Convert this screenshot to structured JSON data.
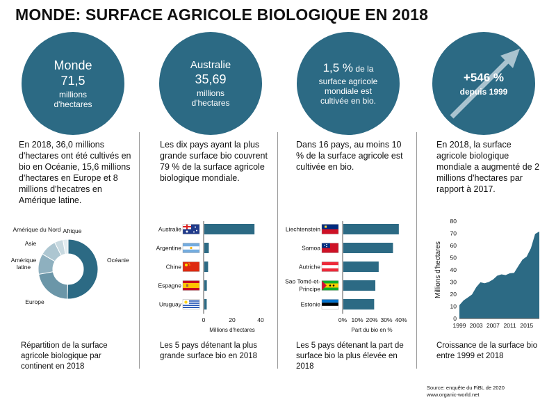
{
  "title": "MONDE: SURFACE AGRICOLE BIOLOGIQUE EN 2018",
  "colors": {
    "primary": "#2c6a84",
    "light": "#6b96a8",
    "lighter": "#9fbcc9",
    "lightest": "#c8d9e0",
    "palest": "#e2ecf0"
  },
  "stats": [
    {
      "line1": "Monde",
      "value": "71,5",
      "unit1": "millions",
      "unit2": "d'hectares"
    },
    {
      "line1": "Australie",
      "value": "35,69",
      "unit1": "millions",
      "unit2": "d'hectares"
    },
    {
      "value": "1,5 %",
      "rest": " de la",
      "line2": "surface agricole",
      "line3": "mondiale est",
      "line4": "cultivée en bio."
    },
    {
      "value": "+546 %",
      "line2": "depuis 1999"
    }
  ],
  "texts": [
    "En 2018, 36,0 millions d'hectares ont été cultivés en bio en Océanie, 15,6 millions d'hectares en Europe et 8 millions d'hecatres en Amérique latine.",
    "Les dix pays ayant la plus grande surface bio couvrent 79 % de la surface agricole biologique mondiale.",
    "Dans 16 pays, au moins 10 % de la surface agricole est cultivée en bio.",
    "En 2018, la surface agricole biologique mondiale a augmenté de 2 millions d'hectares par rapport à 2017."
  ],
  "captions": [
    "Répartition de la surface agricole biologique par continent en 2018",
    "Les 5 pays détenant la plus grande surface bio en 2018",
    "Les 5 pays détenant la part de surface bio la plus élevée en 2018",
    "Croissance de la surface bio entre 1999 et 2018"
  ],
  "chart_data": [
    {
      "type": "pie",
      "title": "",
      "categories": [
        "Océanie",
        "Europe",
        "Amérique latine",
        "Asie",
        "Amérique du Nord",
        "Afrique"
      ],
      "values": [
        36.0,
        15.6,
        8.0,
        6.5,
        3.3,
        2.0
      ],
      "colors": [
        "#2c6a84",
        "#6b96a8",
        "#8eb0bf",
        "#adc6d1",
        "#c8d9e0",
        "#e2ecf0"
      ]
    },
    {
      "type": "bar",
      "orientation": "horizontal",
      "categories": [
        "Australie",
        "Argentine",
        "Chine",
        "Espagne",
        "Uruguay"
      ],
      "values": [
        35.69,
        3.63,
        3.14,
        2.25,
        2.15
      ],
      "xlabel": "Millions d'hectares",
      "xlim": [
        0,
        40
      ],
      "ticks": [
        "0",
        "20",
        "40"
      ]
    },
    {
      "type": "bar",
      "orientation": "horizontal",
      "categories": [
        "Liechtenstein",
        "Samoa",
        "Autriche",
        "Sao Tomé-et-Principe",
        "Estonie"
      ],
      "values": [
        38.5,
        34.5,
        24.7,
        22.4,
        21.6
      ],
      "xlabel": "Part du bio en %",
      "xlim": [
        0,
        40
      ],
      "ticks": [
        "0%",
        "10%",
        "20%",
        "30%",
        "40%"
      ]
    },
    {
      "type": "area",
      "x": [
        1999,
        2000,
        2001,
        2002,
        2003,
        2004,
        2005,
        2006,
        2007,
        2008,
        2009,
        2010,
        2011,
        2012,
        2013,
        2014,
        2015,
        2016,
        2017,
        2018
      ],
      "values": [
        11.0,
        14.9,
        17.3,
        19.8,
        25.7,
        29.8,
        29.0,
        30.1,
        32.1,
        35.2,
        36.3,
        35.7,
        37.2,
        37.5,
        43.1,
        48.4,
        50.9,
        57.8,
        69.5,
        71.5
      ],
      "ylabel": "Millions d'hectares",
      "ylim": [
        0,
        80
      ],
      "yticks": [
        "0",
        "10",
        "20",
        "30",
        "40",
        "50",
        "60",
        "70",
        "80"
      ],
      "xticks": [
        "1999",
        "2003",
        "2007",
        "2011",
        "2015"
      ]
    }
  ],
  "source": {
    "line1": "Source: enquête du FiBL de 2020",
    "line2": "www.organic-world.net"
  }
}
